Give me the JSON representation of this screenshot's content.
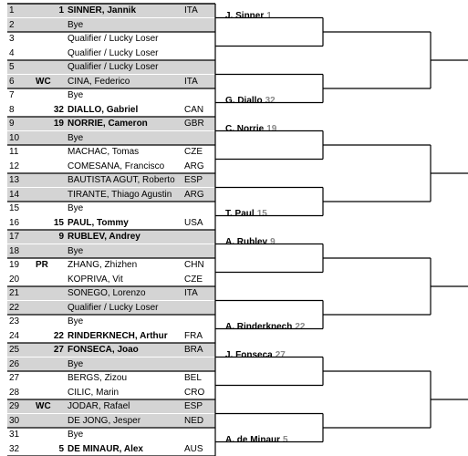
{
  "draw": {
    "players": [
      {
        "num": "1",
        "tag": "",
        "seed": "1",
        "name": "SINNER, Jannik",
        "country": "ITA"
      },
      {
        "num": "2",
        "tag": "",
        "seed": "",
        "name": "Bye",
        "country": ""
      },
      {
        "num": "3",
        "tag": "",
        "seed": "",
        "name": "Qualifier / Lucky Loser",
        "country": ""
      },
      {
        "num": "4",
        "tag": "",
        "seed": "",
        "name": "Qualifier / Lucky Loser",
        "country": ""
      },
      {
        "num": "5",
        "tag": "",
        "seed": "",
        "name": "Qualifier / Lucky Loser",
        "country": ""
      },
      {
        "num": "6",
        "tag": "WC",
        "seed": "",
        "name": "CINA, Federico",
        "country": "ITA"
      },
      {
        "num": "7",
        "tag": "",
        "seed": "",
        "name": "Bye",
        "country": ""
      },
      {
        "num": "8",
        "tag": "",
        "seed": "32",
        "name": "DIALLO, Gabriel",
        "country": "CAN"
      },
      {
        "num": "9",
        "tag": "",
        "seed": "19",
        "name": "NORRIE, Cameron",
        "country": "GBR"
      },
      {
        "num": "10",
        "tag": "",
        "seed": "",
        "name": "Bye",
        "country": ""
      },
      {
        "num": "11",
        "tag": "",
        "seed": "",
        "name": "MACHAC, Tomas",
        "country": "CZE"
      },
      {
        "num": "12",
        "tag": "",
        "seed": "",
        "name": "COMESANA, Francisco",
        "country": "ARG"
      },
      {
        "num": "13",
        "tag": "",
        "seed": "",
        "name": "BAUTISTA AGUT, Roberto",
        "country": "ESP"
      },
      {
        "num": "14",
        "tag": "",
        "seed": "",
        "name": "TIRANTE, Thiago Agustin",
        "country": "ARG"
      },
      {
        "num": "15",
        "tag": "",
        "seed": "",
        "name": "Bye",
        "country": ""
      },
      {
        "num": "16",
        "tag": "",
        "seed": "15",
        "name": "PAUL, Tommy",
        "country": "USA"
      },
      {
        "num": "17",
        "tag": "",
        "seed": "9",
        "name": "RUBLEV, Andrey",
        "country": ""
      },
      {
        "num": "18",
        "tag": "",
        "seed": "",
        "name": "Bye",
        "country": ""
      },
      {
        "num": "19",
        "tag": "PR",
        "seed": "",
        "name": "ZHANG, Zhizhen",
        "country": "CHN"
      },
      {
        "num": "20",
        "tag": "",
        "seed": "",
        "name": "KOPRIVA, Vit",
        "country": "CZE"
      },
      {
        "num": "21",
        "tag": "",
        "seed": "",
        "name": "SONEGO, Lorenzo",
        "country": "ITA"
      },
      {
        "num": "22",
        "tag": "",
        "seed": "",
        "name": "Qualifier / Lucky Loser",
        "country": ""
      },
      {
        "num": "23",
        "tag": "",
        "seed": "",
        "name": "Bye",
        "country": ""
      },
      {
        "num": "24",
        "tag": "",
        "seed": "22",
        "name": "RINDERKNECH, Arthur",
        "country": "FRA"
      },
      {
        "num": "25",
        "tag": "",
        "seed": "27",
        "name": "FONSECA, Joao",
        "country": "BRA"
      },
      {
        "num": "26",
        "tag": "",
        "seed": "",
        "name": "Bye",
        "country": ""
      },
      {
        "num": "27",
        "tag": "",
        "seed": "",
        "name": "BERGS, Zizou",
        "country": "BEL"
      },
      {
        "num": "28",
        "tag": "",
        "seed": "",
        "name": "CILIC, Marin",
        "country": "CRO"
      },
      {
        "num": "29",
        "tag": "WC",
        "seed": "",
        "name": "JODAR, Rafael",
        "country": "ESP"
      },
      {
        "num": "30",
        "tag": "",
        "seed": "",
        "name": "DE JONG, Jesper",
        "country": "NED"
      },
      {
        "num": "31",
        "tag": "",
        "seed": "",
        "name": "Bye",
        "country": ""
      },
      {
        "num": "32",
        "tag": "",
        "seed": "5",
        "name": "DE MINAUR, Alex",
        "country": "AUS"
      }
    ],
    "round2": [
      {
        "match": 0,
        "name": "J. Sinner",
        "seed": "1"
      },
      {
        "match": 3,
        "name": "G. Diallo",
        "seed": "32"
      },
      {
        "match": 4,
        "name": "C. Norrie",
        "seed": "19"
      },
      {
        "match": 7,
        "name": "T. Paul",
        "seed": "15"
      },
      {
        "match": 8,
        "name": "A. Rublev",
        "seed": "9"
      },
      {
        "match": 11,
        "name": "A. Rinderknech",
        "seed": "22"
      },
      {
        "match": 12,
        "name": "J. Fonseca",
        "seed": "27"
      },
      {
        "match": 15,
        "name": "A. de Minaur",
        "seed": "5"
      }
    ]
  },
  "colors": {
    "shade": "#d4d4d4",
    "line": "#000000",
    "seed_gray": "#888888"
  }
}
